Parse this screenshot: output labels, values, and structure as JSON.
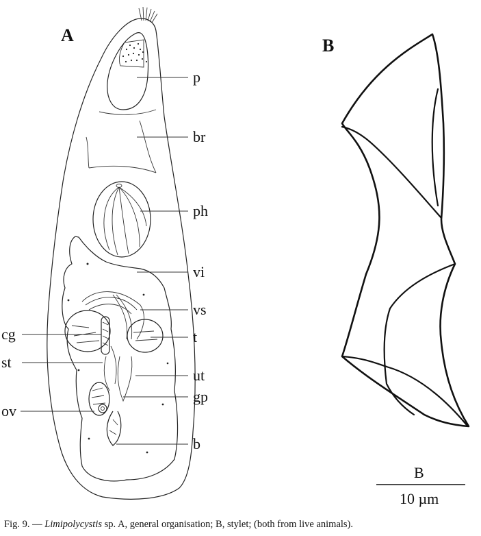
{
  "panel_a": {
    "letter": "A",
    "labels": {
      "p": "p",
      "br": "br",
      "ph": "ph",
      "vi": "vi",
      "vs": "vs",
      "t": "t",
      "ut": "ut",
      "gp": "gp",
      "b": "b",
      "cg": "cg",
      "st": "st",
      "ov": "ov"
    }
  },
  "panel_b": {
    "letter": "B",
    "scale_label": "B",
    "scale_value": "10 µm"
  },
  "caption": {
    "prefix": "Fig. 9. — ",
    "genus": "Limipolycystis",
    "rest": " sp. A, general organisation; B, stylet; (both from live animals)."
  }
}
